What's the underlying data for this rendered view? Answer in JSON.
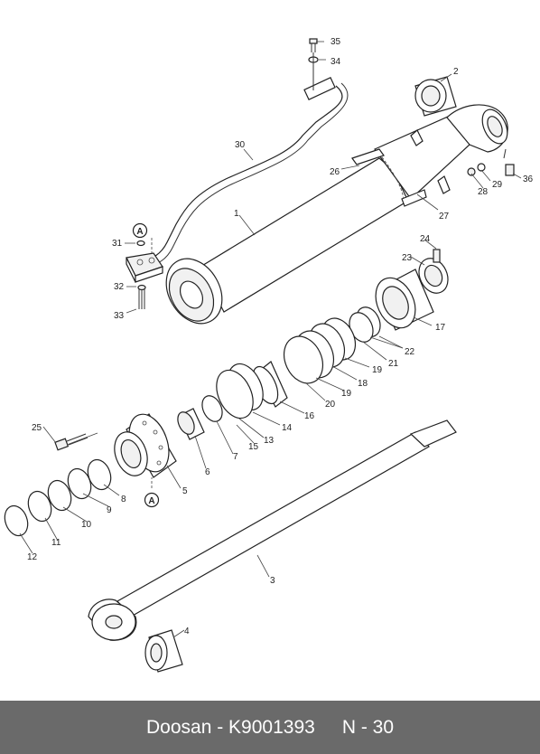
{
  "footer": {
    "brand_part": "Doosan - K9001393",
    "page": "N - 30"
  },
  "callouts": {
    "c1": "1",
    "c2": "2",
    "c3": "3",
    "c4": "4",
    "c5": "5",
    "c6": "6",
    "c7": "7",
    "c8": "8",
    "c9": "9",
    "c10": "10",
    "c11": "11",
    "c12": "12",
    "c13": "13",
    "c14": "14",
    "c15": "15",
    "c16": "16",
    "c17": "17",
    "c18": "18",
    "c19a": "19",
    "c19b": "19",
    "c20": "20",
    "c21": "21",
    "c22": "22",
    "c23": "23",
    "c24": "24",
    "c25": "25",
    "c26": "26",
    "c27": "27",
    "c28": "28",
    "c29": "29",
    "c30": "30",
    "c31": "31",
    "c32": "32",
    "c33": "33",
    "c34": "34",
    "c35": "35",
    "c36": "36"
  },
  "refs": {
    "refA1": "A",
    "refA2": "A"
  }
}
